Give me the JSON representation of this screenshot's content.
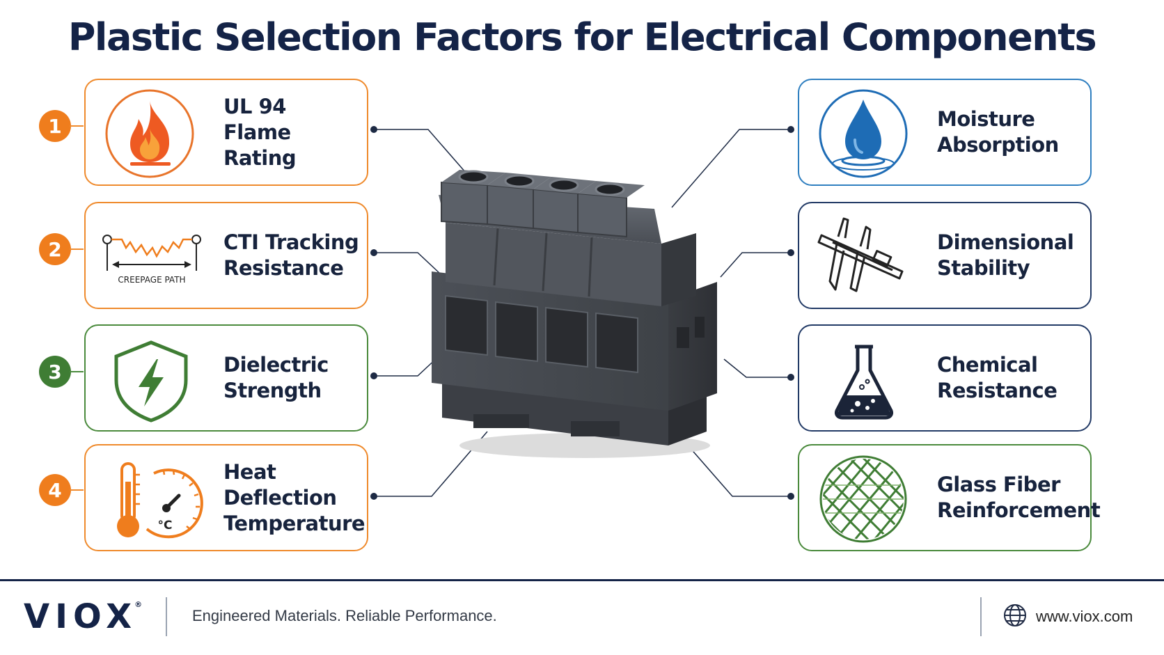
{
  "title": "Plastic Selection Factors for Electrical Components",
  "left_factors": [
    {
      "number": "1",
      "line1": "UL 94",
      "line2": "Flame Rating",
      "icon": "flame-icon",
      "color": "#ef8a2c"
    },
    {
      "number": "2",
      "line1": "CTI Tracking",
      "line2": "Resistance",
      "icon": "creepage-path-icon",
      "icon_text": "CREEPAGE PATH",
      "color": "#ef8a2c"
    },
    {
      "number": "3",
      "line1": "Dielectric",
      "line2": "Strength",
      "icon": "shield-lightning-icon",
      "color": "#4a8a3c"
    },
    {
      "number": "4",
      "line1": "Heat Deflection",
      "line2": "Temperature",
      "icon": "thermometer-gauge-icon",
      "icon_text": "°C",
      "color": "#ef8a2c"
    }
  ],
  "right_factors": [
    {
      "line1": "Moisture",
      "line2": "Absorption",
      "icon": "water-drop-icon",
      "color": "#2f7fc0"
    },
    {
      "line1": "Dimensional",
      "line2": "Stability",
      "icon": "caliper-icon",
      "color": "#223a66"
    },
    {
      "line1": "Chemical",
      "line2": "Resistance",
      "icon": "flask-icon",
      "color": "#223a66"
    },
    {
      "line1": "Glass Fiber",
      "line2": "Reinforcement",
      "icon": "glass-fiber-icon",
      "color": "#4a8a3c"
    }
  ],
  "footer": {
    "brand": "VIOX",
    "brand_mark": "®",
    "tagline": "Engineered Materials. Reliable Performance.",
    "website": "www.viox.com"
  }
}
